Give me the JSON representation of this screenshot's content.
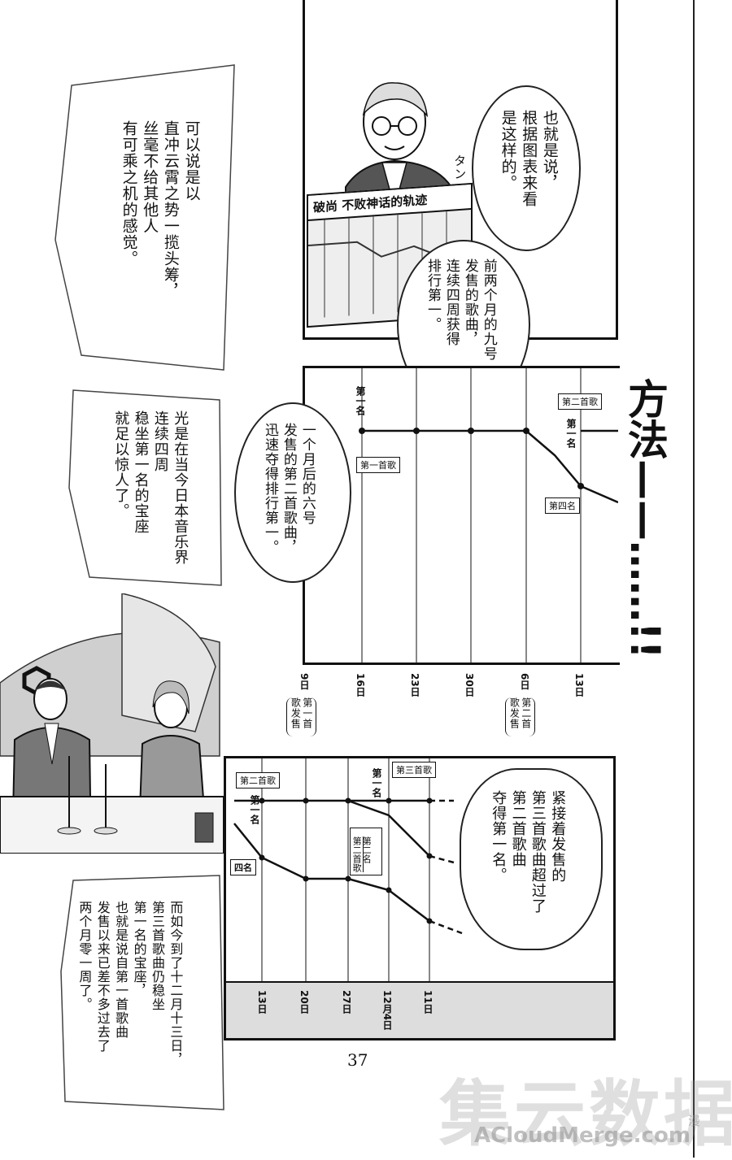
{
  "page_number": "37",
  "watermark": {
    "main": "集云数据",
    "url": "ACloudMerge.com",
    "corner": "漫"
  },
  "shout": {
    "text": "方法——……!!"
  },
  "top_panel": {
    "newspaper_headline": "破尚 不败神话的轨迹",
    "sfx": "タン",
    "speech_1": "也就是说，\n根据图表来看\n是这样的。",
    "speech_2": "前两个月的九号\n发售的歌曲，\n连续四周获得\n排行第一。"
  },
  "narration_left_1": "可以说是以\n直冲云霄之势一揽头筹，\n丝毫不给其他人\n有可乘之机的感觉。",
  "narration_left_2": "光是在当今日本音乐界\n连续四周\n稳坐第一名的宝座\n就足以惊人了。",
  "chart_1": {
    "speech": "一个月后的六号\n发售的第二首歌曲，\n迅速夺得排行第一。",
    "rank_first": "第一名",
    "tag_song1": "第一首歌",
    "tag_song2": "第二首歌",
    "rank_first_b": "第一名",
    "tag_fourth": "第四名",
    "ticks": [
      "9日",
      "16日",
      "23日",
      "30日",
      "6日",
      "13日"
    ],
    "release_1": "第一首歌发售",
    "release_2": "第二首歌发售"
  },
  "chart_2": {
    "tag_song2": "第二首歌",
    "rank_first_a": "第一名",
    "tag_fourth": "四名",
    "rank_first_b": "第一名",
    "tag_song3": "第三首歌",
    "tag_second": "第二名",
    "tag_second_sub": "第二首歌",
    "ticks": [
      "13日",
      "20日",
      "27日",
      "12月4日",
      "11日"
    ],
    "speech": "紧接着发售的\n第三首歌曲超过了\n第二首歌曲\n夺得第一名。"
  },
  "narration_bottom": "而如今到了十二月十三日，\n第三首歌曲仍稳坐\n第一名的宝座，\n也就是说自第一首歌曲\n发售以来已差不多过去了\n两个月零一周了。"
}
